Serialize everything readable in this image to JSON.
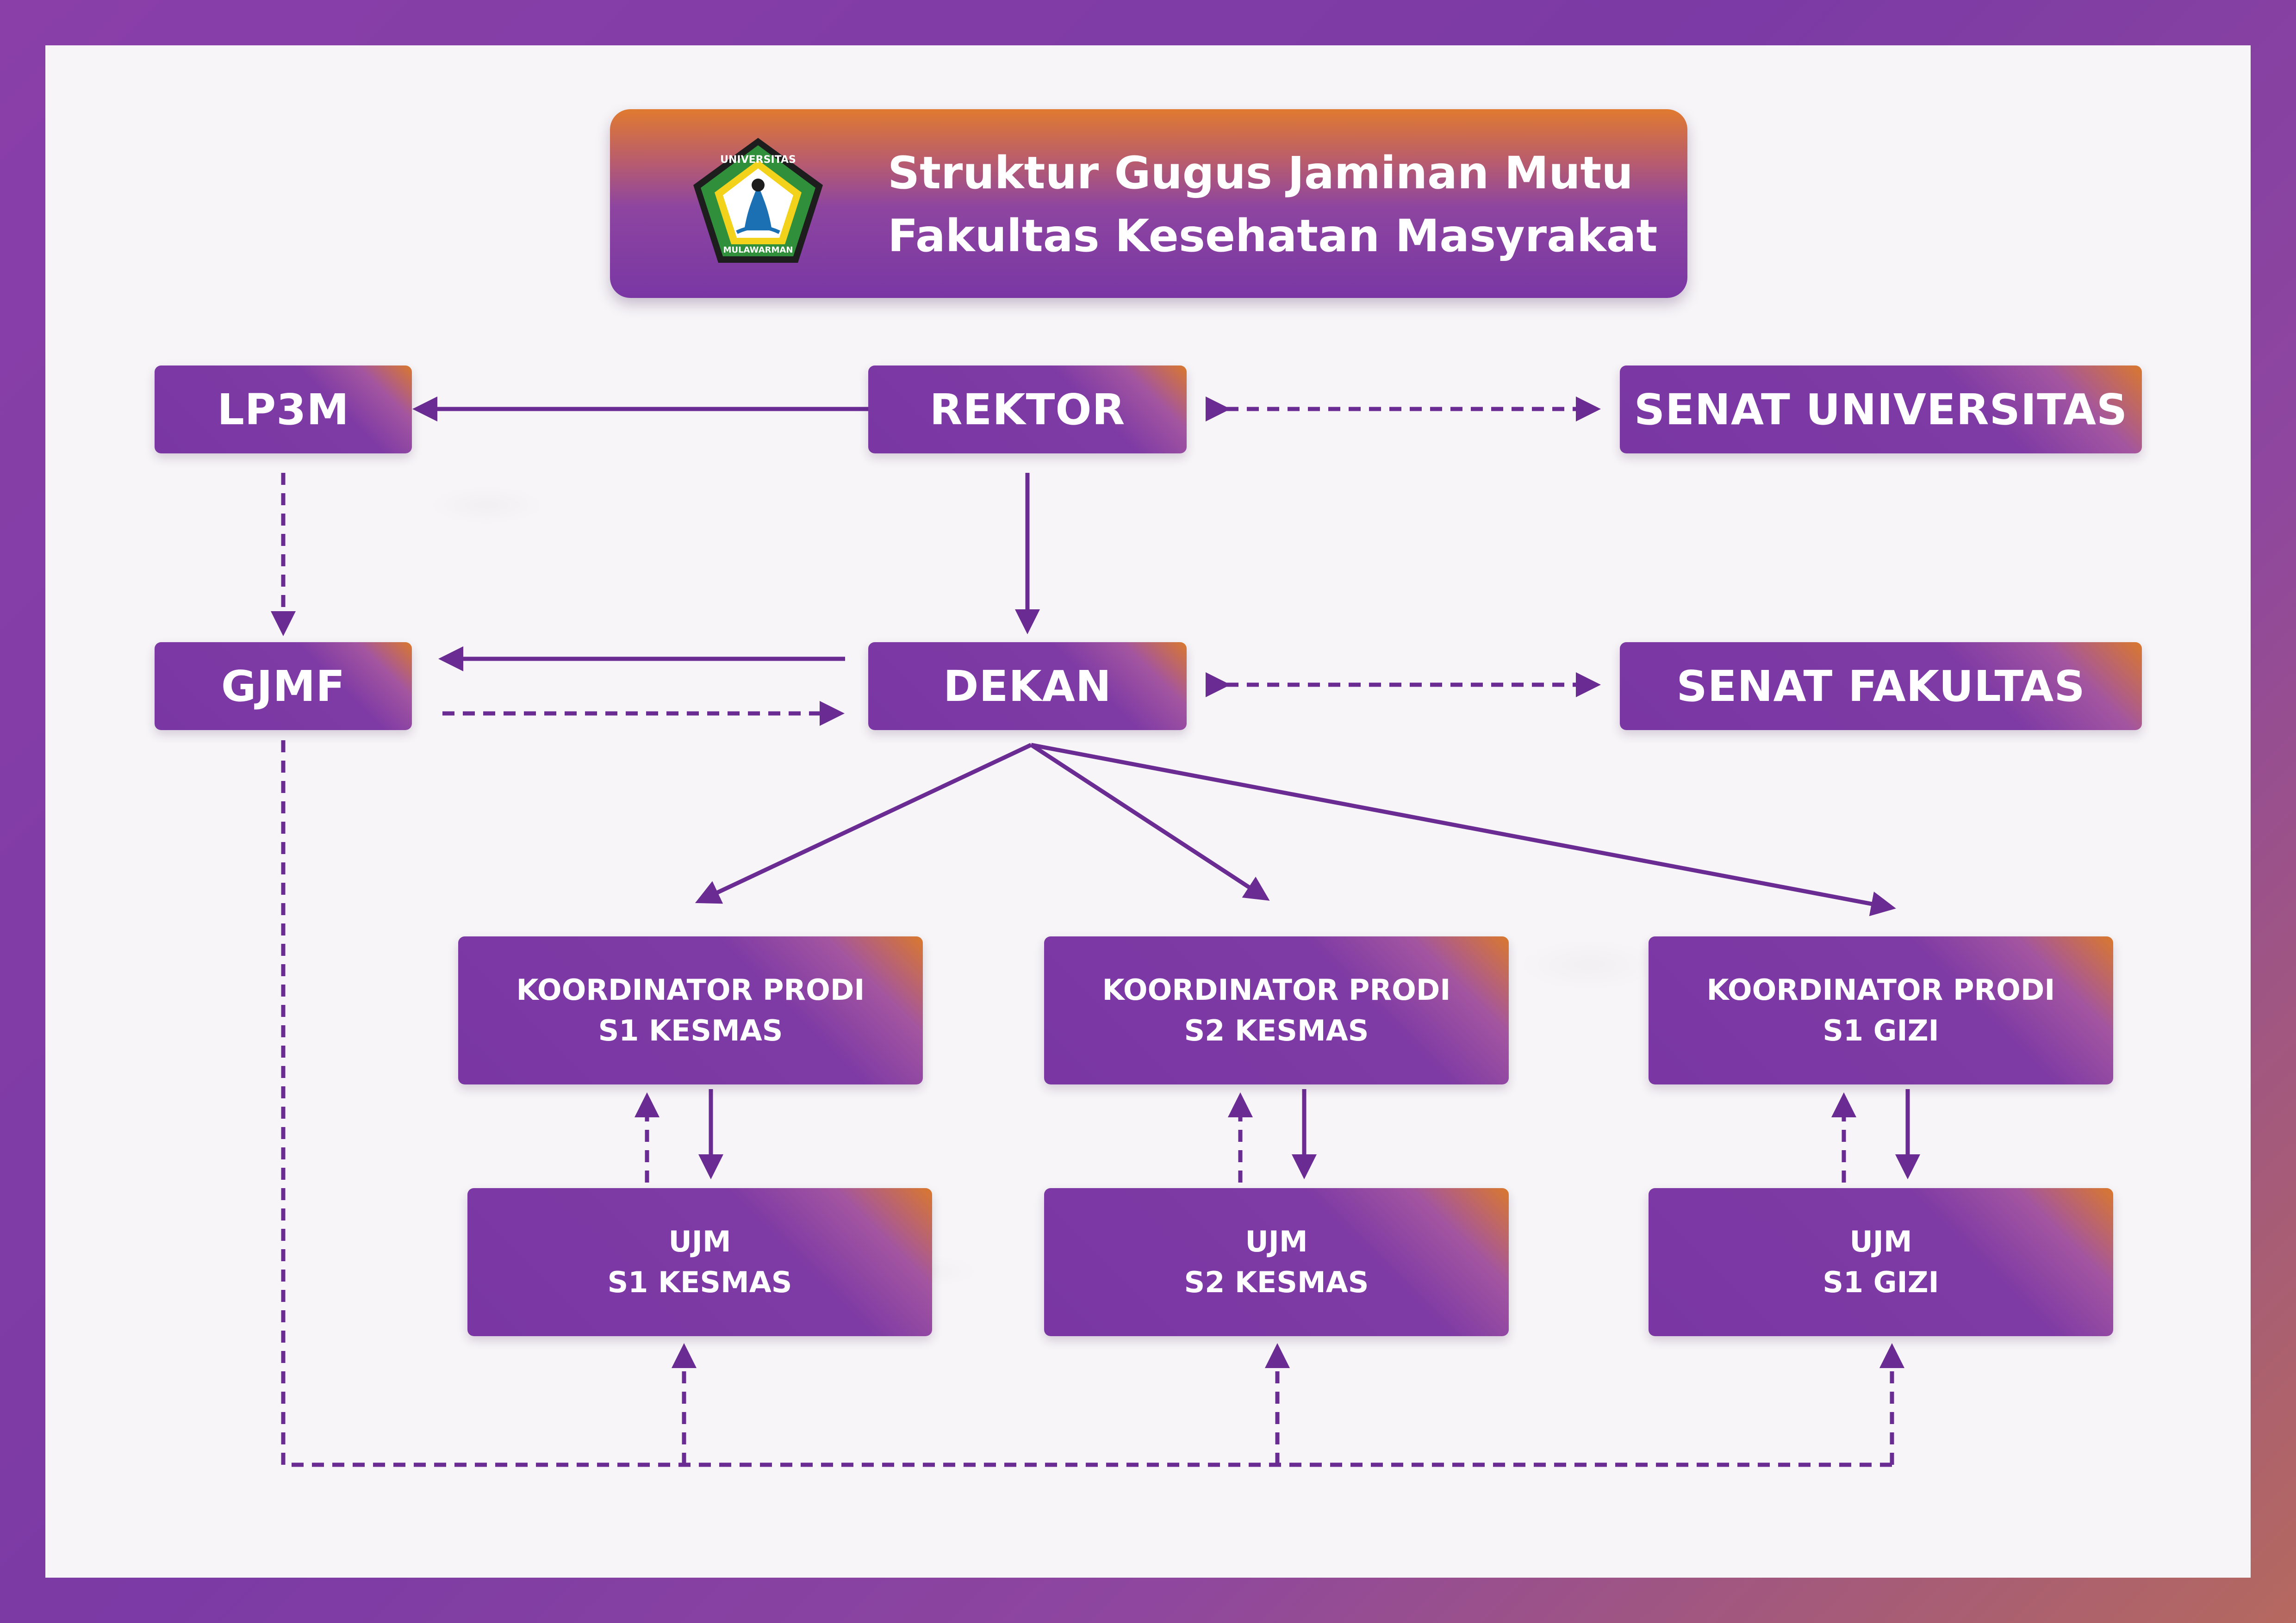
{
  "title": {
    "line1": "Struktur Gugus Jaminan Mutu",
    "line2": "Fakultas Kesehatan Masyrakat",
    "logo_icon": "university-seal-icon",
    "logo_text_top": "UNIVERSITAS",
    "logo_text_bottom": "MULAWARMAN"
  },
  "nodes": {
    "lp3m": "LP3M",
    "rektor": "REKTOR",
    "senat_universitas": "SENAT UNIVERSITAS",
    "gjmf": "GJMF",
    "dekan": "DEKAN",
    "senat_fakultas": "SENAT FAKULTAS",
    "kp_s1_kesmas": {
      "line1": "KOORDINATOR PRODI",
      "line2": "S1 KESMAS"
    },
    "kp_s2_kesmas": {
      "line1": "KOORDINATOR PRODI",
      "line2": "S2 KESMAS"
    },
    "kp_s1_gizi": {
      "line1": "KOORDINATOR PRODI",
      "line2": "S1 GIZI"
    },
    "ujm_s1_kesmas": {
      "line1": "UJM",
      "line2": "S1 KESMAS"
    },
    "ujm_s2_kesmas": {
      "line1": "UJM",
      "line2": "S2 KESMAS"
    },
    "ujm_s1_gizi": {
      "line1": "UJM",
      "line2": "S1 GIZI"
    }
  },
  "colors": {
    "primary_purple": "#7a37a3",
    "accent_orange": "#d9782e",
    "line": "#6a2c93",
    "background": "#f7f5f8"
  },
  "edges": [
    {
      "from": "rektor",
      "to": "lp3m",
      "style": "solid"
    },
    {
      "from": "rektor",
      "to": "senat_universitas",
      "style": "dashed",
      "bidirectional": true
    },
    {
      "from": "rektor",
      "to": "dekan",
      "style": "solid"
    },
    {
      "from": "lp3m",
      "to": "gjmf",
      "style": "dashed"
    },
    {
      "from": "dekan",
      "to": "gjmf",
      "style": "solid"
    },
    {
      "from": "gjmf",
      "to": "dekan",
      "style": "dashed"
    },
    {
      "from": "dekan",
      "to": "senat_fakultas",
      "style": "dashed",
      "bidirectional": true
    },
    {
      "from": "dekan",
      "to": "kp_s1_kesmas",
      "style": "solid"
    },
    {
      "from": "dekan",
      "to": "kp_s2_kesmas",
      "style": "solid"
    },
    {
      "from": "dekan",
      "to": "kp_s1_gizi",
      "style": "solid"
    },
    {
      "from": "kp_s1_kesmas",
      "to": "ujm_s1_kesmas",
      "style": "solid"
    },
    {
      "from": "ujm_s1_kesmas",
      "to": "kp_s1_kesmas",
      "style": "dashed"
    },
    {
      "from": "kp_s2_kesmas",
      "to": "ujm_s2_kesmas",
      "style": "solid"
    },
    {
      "from": "ujm_s2_kesmas",
      "to": "kp_s2_kesmas",
      "style": "dashed"
    },
    {
      "from": "kp_s1_gizi",
      "to": "ujm_s1_gizi",
      "style": "solid"
    },
    {
      "from": "ujm_s1_gizi",
      "to": "kp_s1_gizi",
      "style": "dashed"
    },
    {
      "from": "gjmf",
      "to": "ujm_s1_kesmas",
      "style": "dashed"
    },
    {
      "from": "gjmf",
      "to": "ujm_s2_kesmas",
      "style": "dashed"
    },
    {
      "from": "gjmf",
      "to": "ujm_s1_gizi",
      "style": "dashed"
    }
  ]
}
